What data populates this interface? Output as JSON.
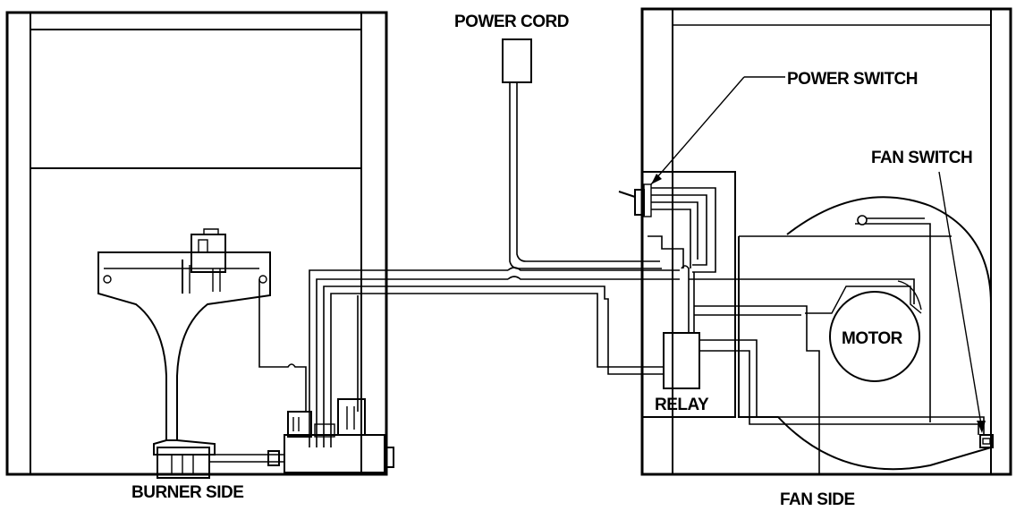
{
  "labels": {
    "power_cord": "POWER CORD",
    "power_switch": "POWER SWITCH",
    "fan_switch": "FAN SWITCH",
    "motor": "MOTOR",
    "relay": "RELAY",
    "burner_side": "BURNER SIDE",
    "fan_side": "FAN SIDE"
  },
  "colors": {
    "line": "#000000",
    "background": "#ffffff"
  }
}
